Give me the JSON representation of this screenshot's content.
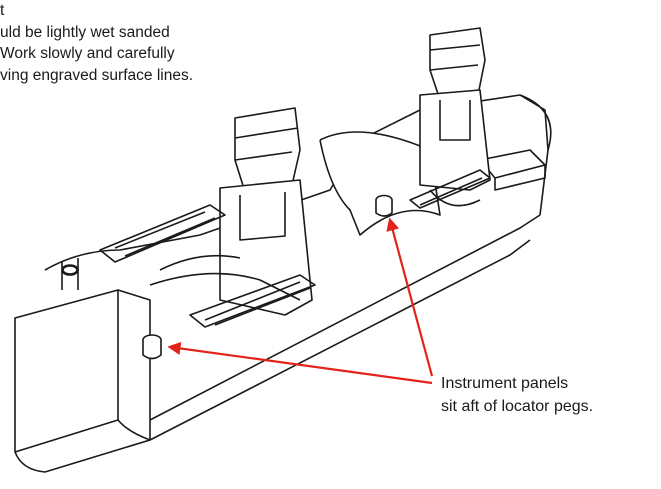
{
  "note": {
    "line1": "t",
    "line2": "uld be lightly wet sanded",
    "line3": "Work slowly and carefully",
    "line4": "ving engraved surface lines."
  },
  "callout": {
    "line1": "Instrument panels",
    "line2": "sit aft of locator pegs."
  },
  "colors": {
    "arrow": "#e2231a",
    "line": "#1a1a1a"
  }
}
